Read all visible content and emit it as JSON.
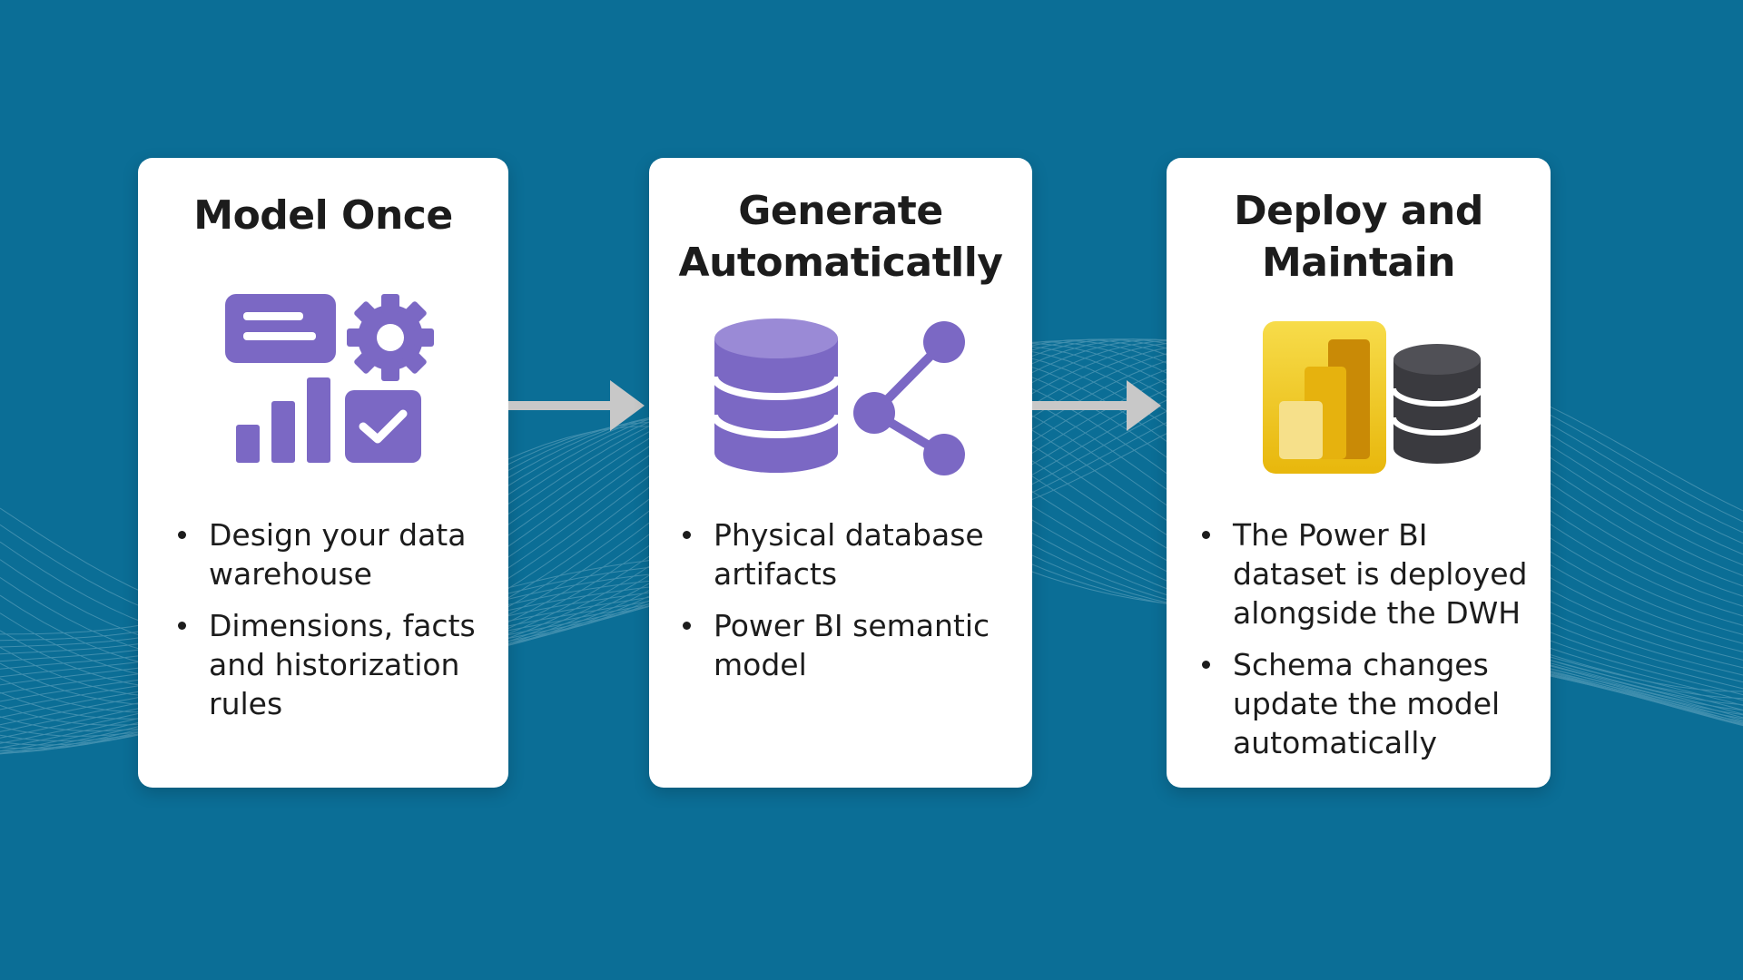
{
  "colors": {
    "background": "#0b6e96",
    "card": "#ffffff",
    "icon_purple": "#7b68c4",
    "arrow_gray": "#c8c8c8",
    "powerbi_yellow": "#f2c811",
    "database_dark": "#3a3a3f"
  },
  "steps": [
    {
      "title": "Model Once",
      "icon": "modeling-dashboard-icon",
      "bullets": [
        "Design your data warehouse",
        "Dimensions, facts and historization rules"
      ]
    },
    {
      "title": "Generate\nAutomaticatlly",
      "icon": "database-share-icon",
      "bullets": [
        "Physical database artifacts",
        "Power BI semantic model"
      ]
    },
    {
      "title": "Deploy and\nMaintain",
      "icon": "powerbi-database-icon",
      "bullets": [
        "The Power BI dataset is deployed alongside the DWH",
        "Schema changes update the model automatically"
      ]
    }
  ],
  "connectors": [
    "arrow-right-icon",
    "arrow-right-icon"
  ]
}
